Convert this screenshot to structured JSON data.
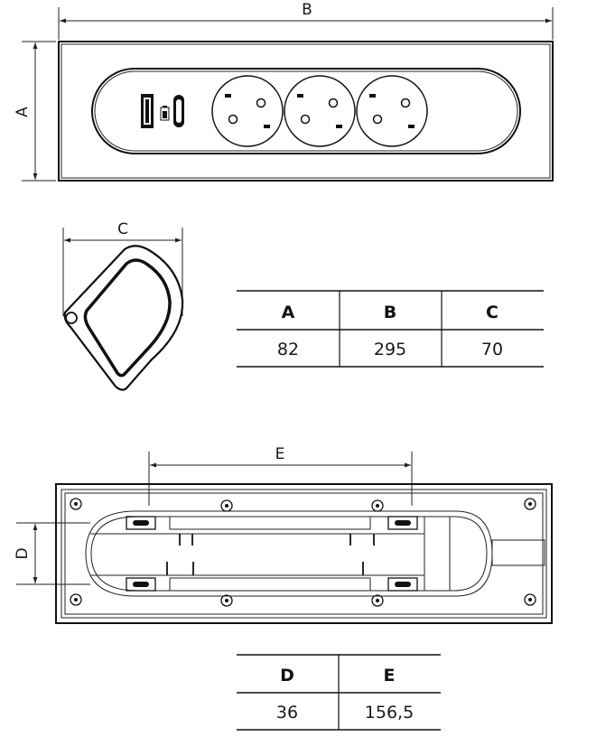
{
  "dimension_labels": {
    "a": "A",
    "b": "B",
    "c": "C",
    "d": "D",
    "e": "E"
  },
  "table_abc": {
    "headers": [
      "A",
      "B",
      "C"
    ],
    "values": [
      "82",
      "295",
      "70"
    ]
  },
  "table_de": {
    "headers": [
      "D",
      "E"
    ],
    "values": [
      "36",
      "156,5"
    ]
  }
}
